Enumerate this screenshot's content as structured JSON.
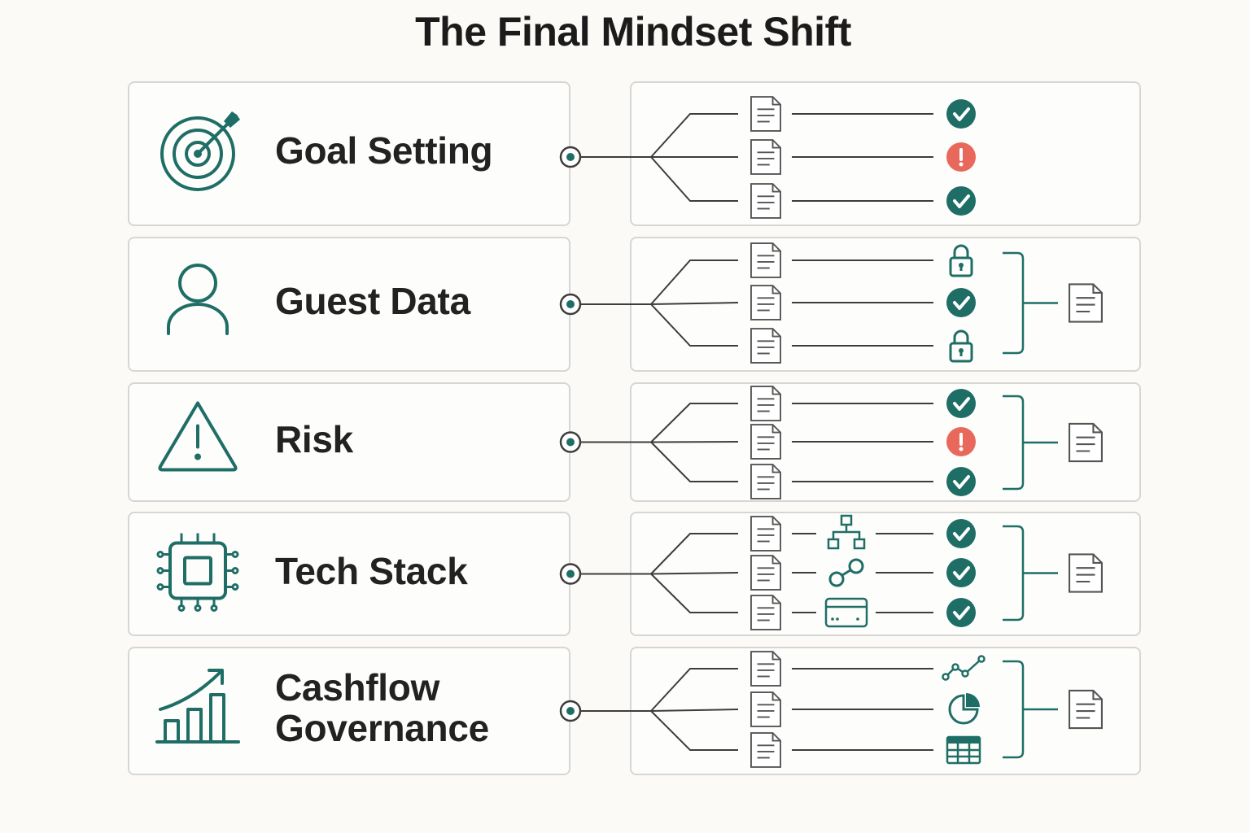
{
  "title": "The Final Mindset Shift",
  "colors": {
    "teal": "#1f6e66",
    "alert": "#e8695b",
    "line": "#3d3d3d",
    "border": "#d6d6d6",
    "doc": "#555555"
  },
  "rows": [
    {
      "id": "goal-setting",
      "label_lines": [
        "Goal Setting"
      ],
      "icon": "target-icon",
      "items": [
        {
          "middle": null,
          "status": "check"
        },
        {
          "middle": null,
          "status": "alert"
        },
        {
          "middle": null,
          "status": "check"
        }
      ],
      "output": false
    },
    {
      "id": "guest-data",
      "label_lines": [
        "Guest Data"
      ],
      "icon": "person-icon",
      "items": [
        {
          "middle": null,
          "status": "lock"
        },
        {
          "middle": null,
          "status": "check"
        },
        {
          "middle": null,
          "status": "lock"
        }
      ],
      "output": true
    },
    {
      "id": "risk",
      "label_lines": [
        "Risk"
      ],
      "icon": "warning-icon",
      "items": [
        {
          "middle": null,
          "status": "check"
        },
        {
          "middle": null,
          "status": "alert"
        },
        {
          "middle": null,
          "status": "check"
        }
      ],
      "output": true
    },
    {
      "id": "tech-stack",
      "label_lines": [
        "Tech Stack"
      ],
      "icon": "chip-icon",
      "items": [
        {
          "middle": "hierarchy-icon",
          "status": "check"
        },
        {
          "middle": "link-icon",
          "status": "check"
        },
        {
          "middle": "card-icon",
          "status": "check"
        }
      ],
      "output": true
    },
    {
      "id": "cashflow-governance",
      "label_lines": [
        "Cashflow",
        "Governance"
      ],
      "icon": "growth-chart-icon",
      "items": [
        {
          "middle": null,
          "status": "line-chart"
        },
        {
          "middle": null,
          "status": "pie-chart"
        },
        {
          "middle": null,
          "status": "table"
        }
      ],
      "output": true
    }
  ]
}
